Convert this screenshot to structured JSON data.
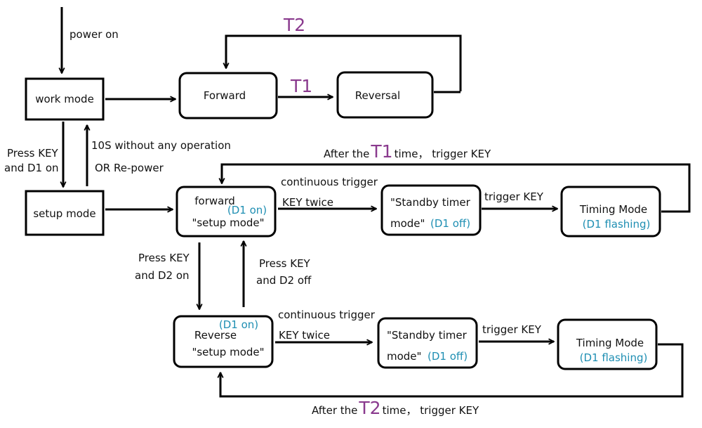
{
  "nodes": {
    "work_mode": "work mode",
    "setup_mode": "setup mode",
    "forward": "Forward",
    "reversal": "Reversal",
    "fwd_setup_line1": "forward",
    "fwd_setup_d1": "(D1 on)",
    "fwd_setup_line2": "\"setup mode\"",
    "standby1_line1": "\"Standby timer",
    "standby1_line2": "mode\"",
    "standby1_d1": "(D1 off)",
    "timing1_line1": "Timing Mode",
    "timing1_d1": "(D1 flashing)",
    "rev_setup_d1": "(D1 on)",
    "rev_setup_line1": "Reverse",
    "rev_setup_line2": "\"setup mode\"",
    "standby2_line1": "\"Standby timer",
    "standby2_line2": "mode\"",
    "standby2_d1": "(D1 off)",
    "timing2_line1": "Timing Mode",
    "timing2_d1": "(D1 flashing)"
  },
  "labels": {
    "power_on": "power on",
    "t2": "T2",
    "t1": "T1",
    "press_key_d1_l1": "Press KEY",
    "press_key_d1_l2": "and D1 on",
    "ten_s_l1": "10S without any operation",
    "ten_s_l2": "OR Re-power",
    "after_t1_prefix": "After the",
    "after_t1_t": "T1",
    "after_t1_suffix": "time， trigger KEY",
    "cont1_l1": "continuous trigger",
    "cont1_l2": "KEY twice",
    "trig1": "trigger KEY",
    "press_key_d2on_l1": "Press KEY",
    "press_key_d2on_l2": "and D2 on",
    "press_key_d2off_l1": "Press KEY",
    "press_key_d2off_l2": "and D2 off",
    "cont2_l1": "continuous trigger",
    "cont2_l2": "KEY twice",
    "trig2": "trigger KEY",
    "after_t2_prefix": "After the",
    "after_t2_t": "T2",
    "after_t2_suffix": "time， trigger KEY"
  },
  "colors": {
    "led_text": "#1f8fb3",
    "timer_text": "#8a3a8e",
    "line": "#000000"
  }
}
